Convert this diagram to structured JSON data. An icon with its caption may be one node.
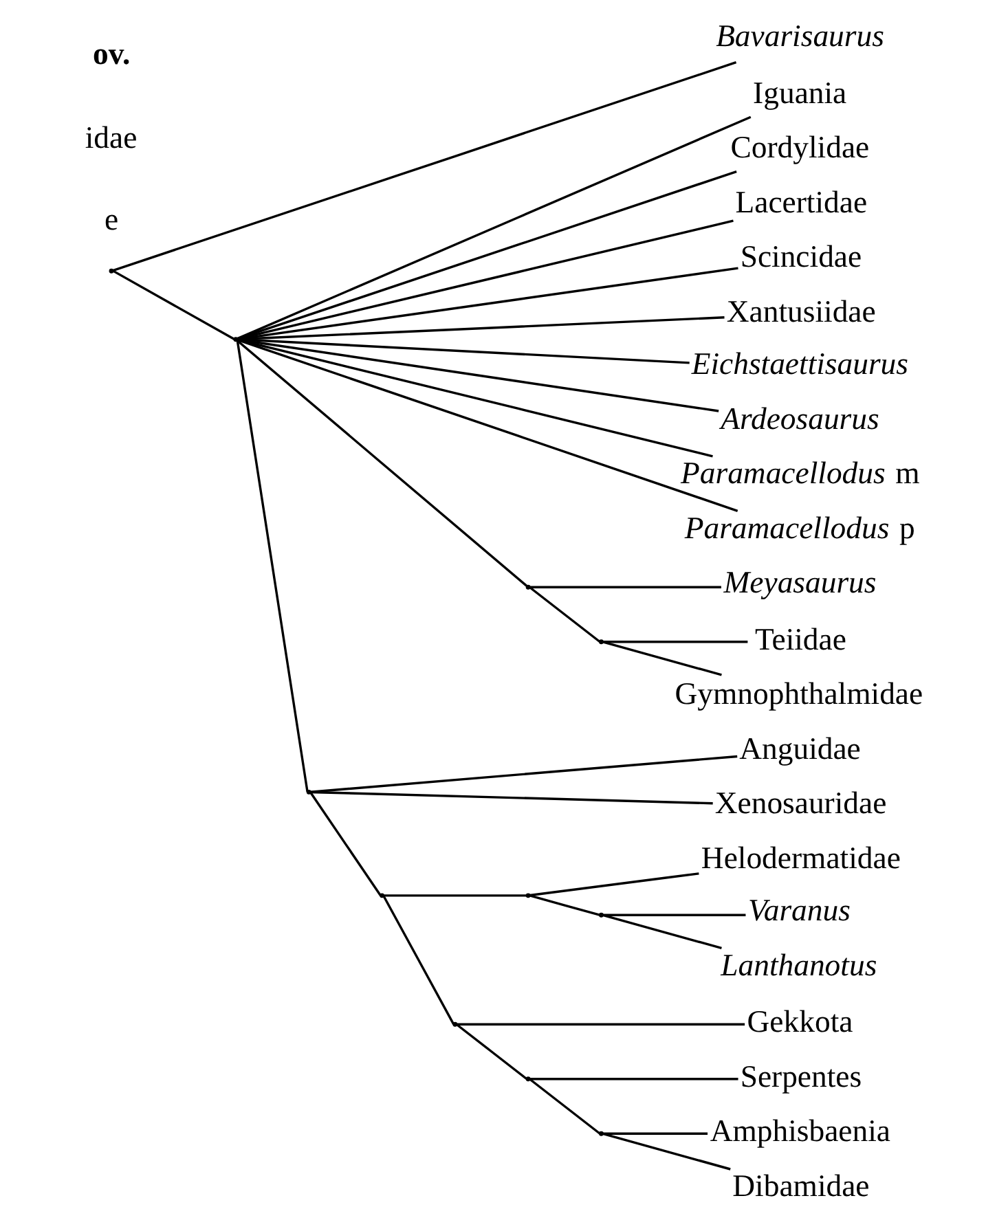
{
  "diagram": {
    "nodes": [
      {
        "text": [],
        "shape": "point"
      },
      {
        "text": [
          "*Bavarisaurus*"
        ]
      },
      {
        "text": [],
        "shape": "point"
      },
      {
        "text": [
          "Iguania"
        ]
      },
      {
        "text": [
          "Cordylidae"
        ]
      },
      {
        "text": [
          "Lacertidae"
        ]
      },
      {
        "text": [
          "Scincidae"
        ]
      },
      {
        "text": [
          "Xantusiidae"
        ]
      },
      {
        "text": [
          "*Eichstaettisaurus*"
        ]
      },
      {
        "text": [
          "*Ardeosaurus*"
        ]
      },
      {
        "text": [
          "*Paramacellodus* m"
        ]
      },
      {
        "text": [
          "*Paramacellodus* p"
        ]
      },
      {
        "text": [],
        "shape": "point"
      },
      {
        "text": [
          "*Meyasaurus*"
        ]
      },
      {
        "text": [],
        "shape": "point"
      },
      {
        "text": [
          "Teiidae"
        ]
      },
      {
        "text": [
          "Gymnophthalmidae"
        ]
      },
      {
        "text": [],
        "shape": "point"
      },
      {
        "text": [
          "Anguidae"
        ]
      },
      {
        "text": [
          "Xenosauridae"
        ]
      },
      {
        "text": [],
        "shape": "point"
      },
      {
        "text": [],
        "shape": "point"
      },
      {
        "text": [
          "Helodermatidae"
        ]
      },
      {
        "text": [],
        "shape": "point"
      },
      {
        "text": [
          "*Varanus*"
        ]
      },
      {
        "text": [
          "*Lanthanotus*"
        ]
      },
      {
        "text": [],
        "shape": "point"
      },
      {
        "text": [
          "Gekkota"
        ]
      },
      {
        "text": [],
        "shape": "point"
      },
      {
        "text": [
          "Serpentes"
        ]
      },
      {
        "text": [],
        "shape": "point"
      },
      {
        "text": [
          "Amphisbaenia"
        ]
      },
      {
        "text": [
          "Dibamidae"
        ]
      }
    ],
    "edges": [
      {
        "from": 0,
        "to": 1,
        "arrow": "none"
      },
      {
        "from": 0,
        "to": 2,
        "arrow": "none"
      },
      {
        "from": 2,
        "to": 3,
        "arrow": "none"
      },
      {
        "from": 2,
        "to": 4,
        "arrow": "none"
      },
      {
        "from": 2,
        "to": 5,
        "arrow": "none"
      },
      {
        "from": 2,
        "to": 6,
        "arrow": "none"
      },
      {
        "from": 2,
        "to": 7,
        "arrow": "none"
      },
      {
        "from": 2,
        "to": 8,
        "arrow": "none"
      },
      {
        "from": 2,
        "to": 9,
        "arrow": "none"
      },
      {
        "from": 2,
        "to": 10,
        "arrow": "none"
      },
      {
        "from": 2,
        "to": 11,
        "arrow": "none"
      },
      {
        "from": 2,
        "to": 12,
        "arrow": "none"
      },
      {
        "from": 12,
        "to": 13,
        "arrow": "none"
      },
      {
        "from": 12,
        "to": 14,
        "arrow": "none"
      },
      {
        "from": 14,
        "to": 15,
        "arrow": "none"
      },
      {
        "from": 14,
        "to": 16,
        "arrow": "none"
      },
      {
        "from": 2,
        "to": 17,
        "arrow": "none"
      },
      {
        "from": 17,
        "to": 18,
        "arrow": "none"
      },
      {
        "from": 17,
        "to": 19,
        "arrow": "none"
      },
      {
        "from": 17,
        "to": 20,
        "arrow": "none"
      },
      {
        "from": 20,
        "to": 21,
        "arrow": "none"
      },
      {
        "from": 21,
        "to": 22,
        "arrow": "none"
      },
      {
        "from": 21,
        "to": 23,
        "arrow": "none"
      },
      {
        "from": 23,
        "to": 24,
        "arrow": "none"
      },
      {
        "from": 23,
        "to": 25,
        "arrow": "none"
      },
      {
        "from": 20,
        "to": 26,
        "arrow": "none"
      },
      {
        "from": 26,
        "to": 27,
        "arrow": "none"
      },
      {
        "from": 26,
        "to": 28,
        "arrow": "none"
      },
      {
        "from": 28,
        "to": 29,
        "arrow": "none"
      },
      {
        "from": 28,
        "to": 30,
        "arrow": "none"
      },
      {
        "from": 30,
        "to": 31,
        "arrow": "none"
      },
      {
        "from": 30,
        "to": 32,
        "arrow": "none"
      }
    ],
    "labels": [
      "e",
      "idae",
      "ov."
    ]
  }
}
